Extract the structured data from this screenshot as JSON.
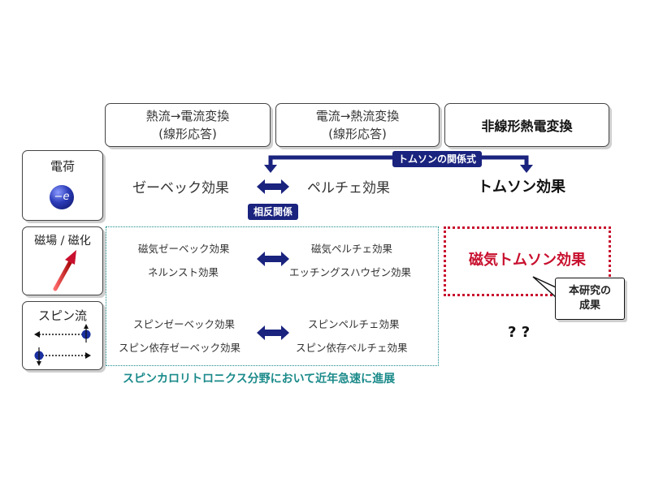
{
  "headers": {
    "col1_line1": "熱流→電流変換",
    "col1_line2": "(線形応答)",
    "col2_line1": "電流→熱流変換",
    "col2_line2": "(線形応答)",
    "col3": "非線形熱電変換"
  },
  "rows": {
    "charge": "電荷",
    "electron_symbol": "−e",
    "magnetic": "磁場 / 磁化",
    "spin_current": "スピン流"
  },
  "charge_row": {
    "seebeck": "ゼーベック効果",
    "peltier": "ペルチェ効果",
    "thomson": "トムソン効果",
    "thomson_relation": "トムソンの関係式",
    "reciprocity": "相反関係"
  },
  "magnetic_row": {
    "magnetic_seebeck": "磁気ゼーベック効果",
    "nernst": "ネルンスト効果",
    "magnetic_peltier": "磁気ペルチェ効果",
    "ettingshausen": "エッチングスハウゼン効果",
    "magnetic_thomson": "磁気トムソン効果",
    "result_line1": "本研究の",
    "result_line2": "成果"
  },
  "spin_row": {
    "spin_seebeck": "スピンゼーベック効果",
    "spin_dependent_seebeck": "スピン依存ゼーベック効果",
    "spin_peltier": "スピンペルチェ効果",
    "spin_dependent_peltier": "スピン依存ペルチェ効果",
    "unknown": "? ?"
  },
  "footer": "スピンカロリトロニクス分野において近年急速に進展",
  "colors": {
    "navy": "#1a237e",
    "crimson": "#c8102e",
    "teal": "#1b8a8a"
  }
}
